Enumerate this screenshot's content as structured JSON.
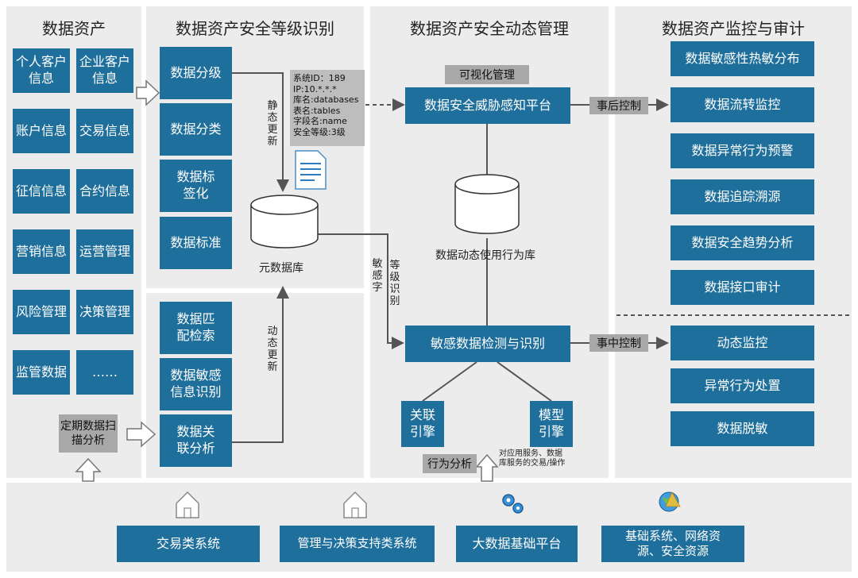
{
  "columns": {
    "assets": {
      "title": "数据资产",
      "items": [
        "个人客户信息",
        "企业客户信息",
        "账户信息",
        "交易信息",
        "征信信息",
        "合约信息",
        "营销信息",
        "运营管理",
        "风险管理",
        "决策管理",
        "监管数据",
        "……"
      ]
    },
    "classification": {
      "title": "数据资产安全等级识别",
      "top_items": [
        "数据分级",
        "数据分类",
        "数据标签化",
        "数据标准"
      ],
      "bottom_items": [
        "数据匹配检索",
        "数据敏感信息识别",
        "数据关联分析"
      ],
      "metadata_db": "元数据库",
      "static_update": "静态更新",
      "dynamic_update": "动态更新",
      "scan_label": "定期数据扫描分析"
    },
    "dynamic": {
      "title": "数据资产安全动态管理",
      "visual_mgmt": "可视化管理",
      "threat_platform": "数据安全威胁感知平台",
      "behavior_db": "数据动态使用行为库",
      "detection": "敏感数据检测与识别",
      "engine_assoc": "关联引擎",
      "engine_model": "模型引擎",
      "behavior_analysis": "行为分析",
      "behavior_note": "对应用服务、数据库服务的交易/操作",
      "sensitive_word": "敏感字",
      "level_identify": "等级识别"
    },
    "info_box": [
      "系统ID：189",
      "IP:10.*.*.*",
      "库名:databases",
      "表名:tables",
      "字段名:name",
      "安全等级:3级"
    ],
    "audit": {
      "title": "数据资产监控与审计",
      "post_control": "事后控制",
      "mid_control": "事中控制",
      "post_items": [
        "数据敏感性热敏分布",
        "数据流转监控",
        "数据异常行为预警",
        "数据追踪溯源",
        "数据安全趋势分析",
        "数据接口审计"
      ],
      "mid_items": [
        "动态监控",
        "异常行为处置",
        "数据脱敏"
      ]
    }
  },
  "foundation": {
    "systems": [
      {
        "label": "交易类系统",
        "icon": "house-icon"
      },
      {
        "label": "管理与决策支持类系统",
        "icon": "house-icon"
      },
      {
        "label": "大数据基础平台",
        "icon": "gears-icon"
      },
      {
        "label": "基础系统、网络资源、安全资源",
        "icon": "globe-icon"
      }
    ]
  },
  "colors": {
    "box": "#1f6f9c",
    "panel": "#ececec",
    "gray_label": "#a8a8a8",
    "line": "#555555"
  }
}
